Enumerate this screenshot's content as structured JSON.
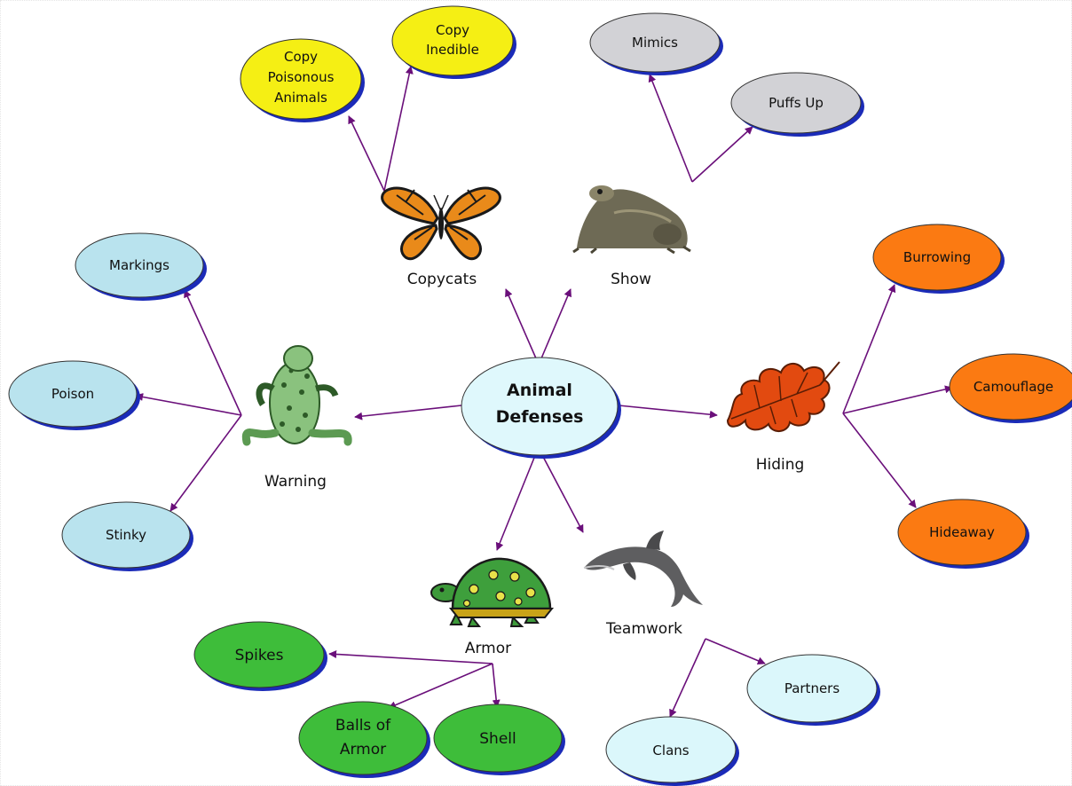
{
  "center": {
    "line1": "Animal",
    "line2": "Defenses"
  },
  "categories": {
    "copycats": "Copycats",
    "show": "Show",
    "warning": "Warning",
    "hiding": "Hiding",
    "armor": "Armor",
    "teamwork": "Teamwork"
  },
  "copycats": {
    "poisonous": [
      "Copy",
      "Poisonous",
      "Animals"
    ],
    "inedible": [
      "Copy",
      "Inedible"
    ]
  },
  "show": {
    "mimics": "Mimics",
    "puffs_up": "Puffs Up"
  },
  "warning": {
    "markings": "Markings",
    "poison": "Poison",
    "stinky": "Stinky"
  },
  "hiding": {
    "burrowing": "Burrowing",
    "camouflage": "Camouflage",
    "hideaway": "Hideaway"
  },
  "armor": {
    "spikes": "Spikes",
    "balls": [
      "Balls of",
      "Armor"
    ],
    "shell": "Shell"
  },
  "teamwork": {
    "partners": "Partners",
    "clans": "Clans"
  },
  "colors": {
    "yellow": "#f5ef14",
    "gray": "#d2d2d6",
    "light_blue": "#b9e3ee",
    "orange": "#fb7a12",
    "green": "#3ebd3a",
    "pale_cyan": "#dbf7fb",
    "center": "#dff8fc",
    "shadow": "#1b2bb8",
    "link": "#6a0f7a"
  },
  "icons": {
    "copycats": "butterfly-icon",
    "show": "toad-icon",
    "warning": "frog-icon",
    "hiding": "leaf-icon",
    "armor": "turtle-icon",
    "teamwork": "dolphin-icon"
  }
}
